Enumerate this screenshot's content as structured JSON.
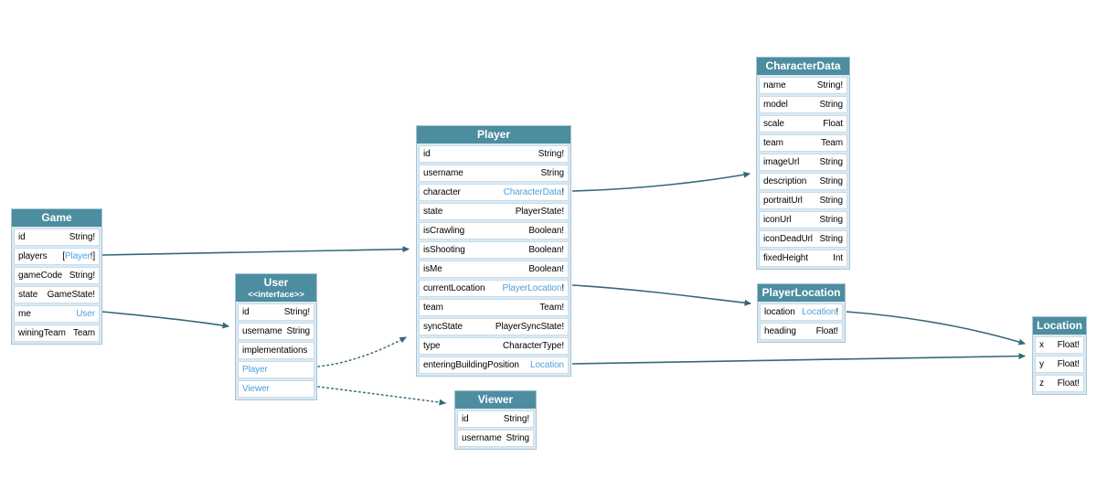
{
  "diagram_type": "graphql-schema",
  "colors": {
    "header_bg": "#4d8da0",
    "header_text": "#ffffff",
    "row_bg": "#ffffff",
    "table_bg": "#dbe9f3",
    "row_border": "#c8dce8",
    "table_border": "#a6c4d5",
    "type_link": "#4da1de",
    "field_text": "#000000",
    "arrow": "#35687a",
    "canvas": "#ffffff"
  },
  "tables": {
    "game": {
      "title": "Game",
      "fields": [
        {
          "name": "id",
          "t3": "String!"
        },
        {
          "name": "players",
          "t1": "[",
          "t2": "Player",
          "t3": "!]"
        },
        {
          "name": "gameCode",
          "t3": "String!"
        },
        {
          "name": "state",
          "t3": "GameState!"
        },
        {
          "name": "me",
          "t2": "User",
          "t3": ""
        },
        {
          "name": "winingTeam",
          "t3": "Team"
        }
      ]
    },
    "user": {
      "title": "User",
      "subtitle": "<<interface>>",
      "fields": [
        {
          "name": "id",
          "t3": "String!"
        },
        {
          "name": "username",
          "t3": "String"
        }
      ],
      "implementations_label": "implementations",
      "implementations": [
        {
          "label": "Player"
        },
        {
          "label": "Viewer"
        }
      ]
    },
    "player": {
      "title": "Player",
      "fields": [
        {
          "name": "id",
          "t3": "String!"
        },
        {
          "name": "username",
          "t3": "String"
        },
        {
          "name": "character",
          "t2": "CharacterData",
          "t3": "!"
        },
        {
          "name": "state",
          "t3": "PlayerState!"
        },
        {
          "name": "isCrawling",
          "t3": "Boolean!"
        },
        {
          "name": "isShooting",
          "t3": "Boolean!"
        },
        {
          "name": "isMe",
          "t3": "Boolean!"
        },
        {
          "name": "currentLocation",
          "t2": "PlayerLocation",
          "t3": "!"
        },
        {
          "name": "team",
          "t3": "Team!"
        },
        {
          "name": "syncState",
          "t3": "PlayerSyncState!"
        },
        {
          "name": "type",
          "t3": "CharacterType!"
        },
        {
          "name": "enteringBuildingPosition",
          "t2": "Location",
          "t3": ""
        }
      ]
    },
    "viewer": {
      "title": "Viewer",
      "fields": [
        {
          "name": "id",
          "t3": "String!"
        },
        {
          "name": "username",
          "t3": "String"
        }
      ]
    },
    "characterData": {
      "title": "CharacterData",
      "fields": [
        {
          "name": "name",
          "t3": "String!"
        },
        {
          "name": "model",
          "t3": "String"
        },
        {
          "name": "scale",
          "t3": "Float"
        },
        {
          "name": "team",
          "t3": "Team"
        },
        {
          "name": "imageUrl",
          "t3": "String"
        },
        {
          "name": "description",
          "t3": "String"
        },
        {
          "name": "portraitUrl",
          "t3": "String"
        },
        {
          "name": "iconUrl",
          "t3": "String"
        },
        {
          "name": "iconDeadUrl",
          "t3": "String"
        },
        {
          "name": "fixedHeight",
          "t3": "Int"
        }
      ]
    },
    "playerLocation": {
      "title": "PlayerLocation",
      "fields": [
        {
          "name": "location",
          "t2": "Location",
          "t3": "!"
        },
        {
          "name": "heading",
          "t3": "Float!"
        }
      ]
    },
    "location": {
      "title": "Location",
      "fields": [
        {
          "name": "x",
          "t3": "Float!"
        },
        {
          "name": "y",
          "t3": "Float!"
        },
        {
          "name": "z",
          "t3": "Float!"
        }
      ]
    }
  },
  "edges": [
    {
      "from": "Game.players",
      "to": "Player",
      "style": "solid"
    },
    {
      "from": "Game.me",
      "to": "User",
      "style": "solid"
    },
    {
      "from": "Player.character",
      "to": "CharacterData",
      "style": "solid"
    },
    {
      "from": "Player.currentLocation",
      "to": "PlayerLocation",
      "style": "solid"
    },
    {
      "from": "Player.enteringBuildingPosition",
      "to": "Location",
      "style": "solid"
    },
    {
      "from": "PlayerLocation.location",
      "to": "Location",
      "style": "solid"
    },
    {
      "from": "User.Player",
      "to": "Player",
      "style": "dotted"
    },
    {
      "from": "User.Viewer",
      "to": "Viewer",
      "style": "dotted"
    }
  ]
}
